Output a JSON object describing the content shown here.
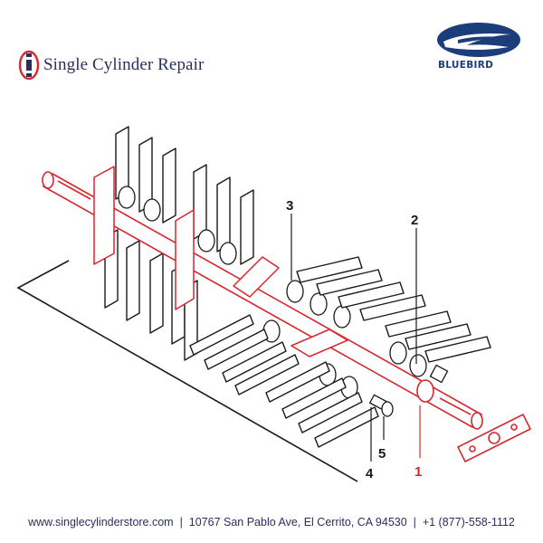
{
  "header": {
    "brand_name": "Single Cylinder Repair",
    "partner_logo_text": "BLUEBIRD"
  },
  "callouts": [
    {
      "id": "1",
      "label": "1",
      "color": "#d7262e"
    },
    {
      "id": "2",
      "label": "2",
      "color": "#1a1a1a"
    },
    {
      "id": "3",
      "label": "3",
      "color": "#1a1a1a"
    },
    {
      "id": "4",
      "label": "4",
      "color": "#1a1a1a"
    },
    {
      "id": "5",
      "label": "5",
      "color": "#1a1a1a"
    }
  ],
  "footer": {
    "website": "www.singlecylinderstore.com",
    "address": "10767 San Pablo Ave, El Cerrito, CA 94530",
    "phone": "+1 (877)-558-1112",
    "separator": "|"
  },
  "colors": {
    "highlight": "#d7262e",
    "line": "#1a1a1a",
    "brand_text": "#2a2f5c",
    "bluebird_blue": "#1b3d7a"
  }
}
